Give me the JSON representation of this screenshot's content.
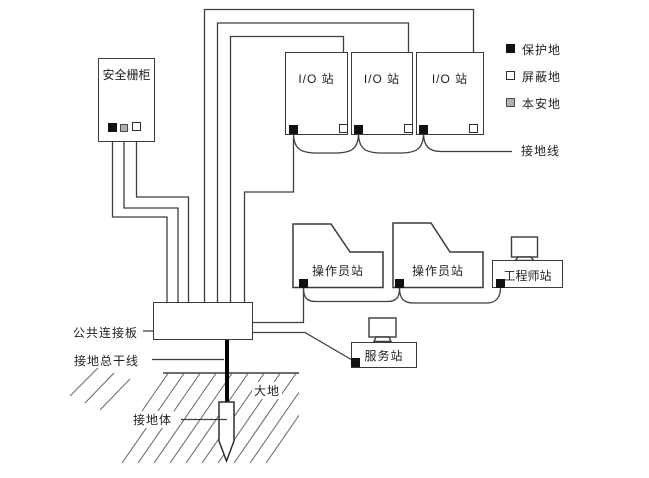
{
  "legend": {
    "items": [
      {
        "symbol": "filled-square",
        "label": "保护地"
      },
      {
        "symbol": "open-square",
        "label": "屏蔽地"
      },
      {
        "symbol": "gray-square",
        "label": "本安地"
      },
      {
        "symbol": "line",
        "label": "接地线"
      }
    ]
  },
  "stations": {
    "safety_barrier_cabinet": "安全栅柜",
    "io_station_1": "I/O 站",
    "io_station_2": "I/O 站",
    "io_station_3": "I/O 站",
    "operator_station_1": "操作员站",
    "operator_station_2": "操作员站",
    "engineer_station": "工程师站",
    "server_station": "服务站"
  },
  "labels": {
    "common_connection_board": "公共连接板",
    "grounding_trunk": "接地总干线",
    "earth": "大地",
    "grounding_electrode": "接地体"
  },
  "colors": {
    "line": "#3f3f3f",
    "text": "#1f1f1f",
    "filled_square": "#111111",
    "gray_square": "#b0b0b0",
    "background": "#ffffff"
  }
}
